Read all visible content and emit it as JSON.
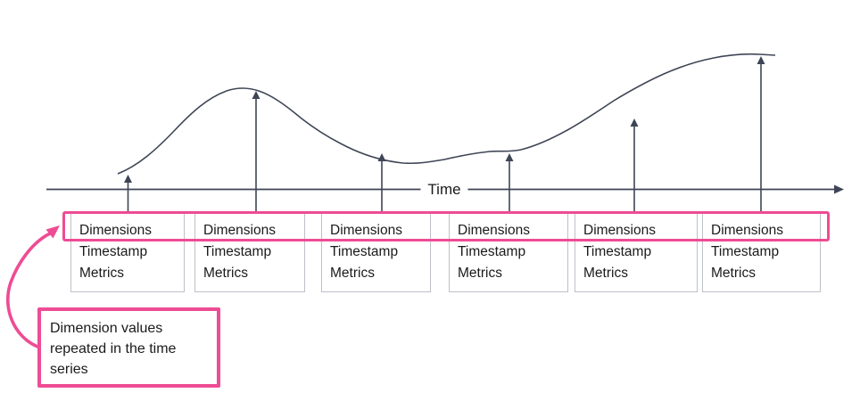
{
  "colors": {
    "accent_pink": "#EE4C94",
    "line_dark": "#3E4555",
    "box_border": "#BDC0C7",
    "text_dark": "#1A1A1A"
  },
  "axis": {
    "label": "Time"
  },
  "records": {
    "items": [
      {
        "dimensions": "Dimensions",
        "timestamp": "Timestamp",
        "metrics": "Metrics"
      },
      {
        "dimensions": "Dimensions",
        "timestamp": "Timestamp",
        "metrics": "Metrics"
      },
      {
        "dimensions": "Dimensions",
        "timestamp": "Timestamp",
        "metrics": "Metrics"
      },
      {
        "dimensions": "Dimensions",
        "timestamp": "Timestamp",
        "metrics": "Metrics"
      },
      {
        "dimensions": "Dimensions",
        "timestamp": "Timestamp",
        "metrics": "Metrics"
      },
      {
        "dimensions": "Dimensions",
        "timestamp": "Timestamp",
        "metrics": "Metrics"
      }
    ]
  },
  "callout": {
    "text": "Dimension values repeated in the time series"
  }
}
